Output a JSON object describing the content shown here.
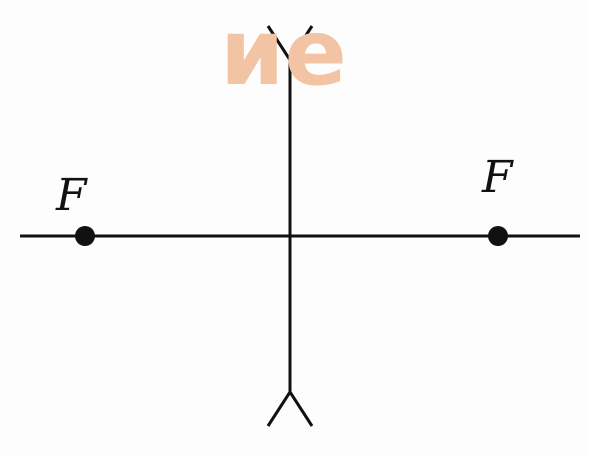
{
  "watermark": {
    "text": "ие",
    "color": "#f3c4a4"
  },
  "diagram": {
    "lens_type": "diverging",
    "focus_left_label": "F",
    "focus_right_label": "F",
    "line_color": "#111111"
  }
}
